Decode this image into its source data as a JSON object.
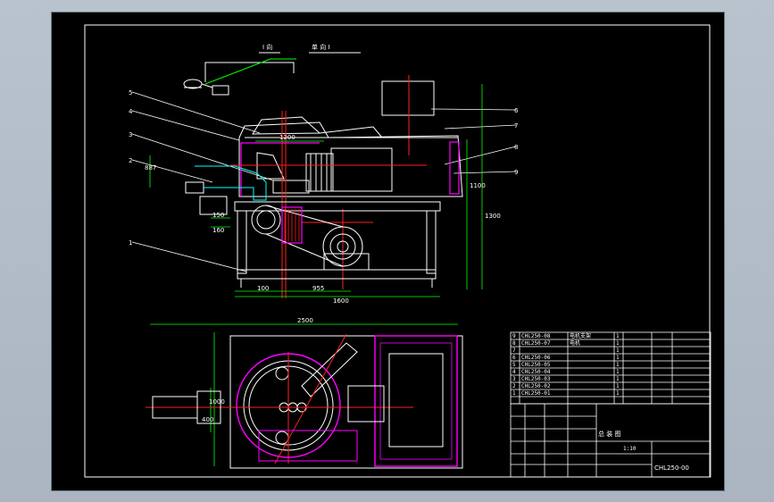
{
  "annotations": {
    "top_label_left": "I 向",
    "top_label_right": "单 向 I"
  },
  "callouts": [
    "1",
    "2",
    "3",
    "4",
    "5",
    "6",
    "7",
    "8",
    "9"
  ],
  "dimensions": {
    "d_top": "1200",
    "d_side_left": "887",
    "d_bottom_left": "100",
    "d_bottom_mid": "955",
    "d_bottom_total": "1600",
    "d_right_inner": "1100",
    "d_right_outer": "1300",
    "d_left_1": "150",
    "d_left_2": "160",
    "d_plan_top": "2500",
    "d_plan_left": "1000",
    "d_plan_mid": "400"
  },
  "parts_list": [
    {
      "no": "9",
      "code": "CHL250-08",
      "name": "电机支架",
      "qty": "1"
    },
    {
      "no": "8",
      "code": "CHL250-07",
      "name": "电机",
      "qty": "1"
    },
    {
      "no": "7",
      "code": "",
      "name": "",
      "qty": "1"
    },
    {
      "no": "6",
      "code": "CHL250-06",
      "name": "",
      "qty": "1"
    },
    {
      "no": "5",
      "code": "CHL250-05",
      "name": "",
      "qty": "1"
    },
    {
      "no": "4",
      "code": "CHL250-04",
      "name": "",
      "qty": "1"
    },
    {
      "no": "3",
      "code": "CHL250-03",
      "name": "",
      "qty": "1"
    },
    {
      "no": "2",
      "code": "CHL250-02",
      "name": "",
      "qty": "1"
    },
    {
      "no": "1",
      "code": "CHL250-01",
      "name": "",
      "qty": "1"
    }
  ],
  "title_block": {
    "title": "总 装 图",
    "drawing_no": "CHL250-00",
    "scale": "1:10"
  }
}
